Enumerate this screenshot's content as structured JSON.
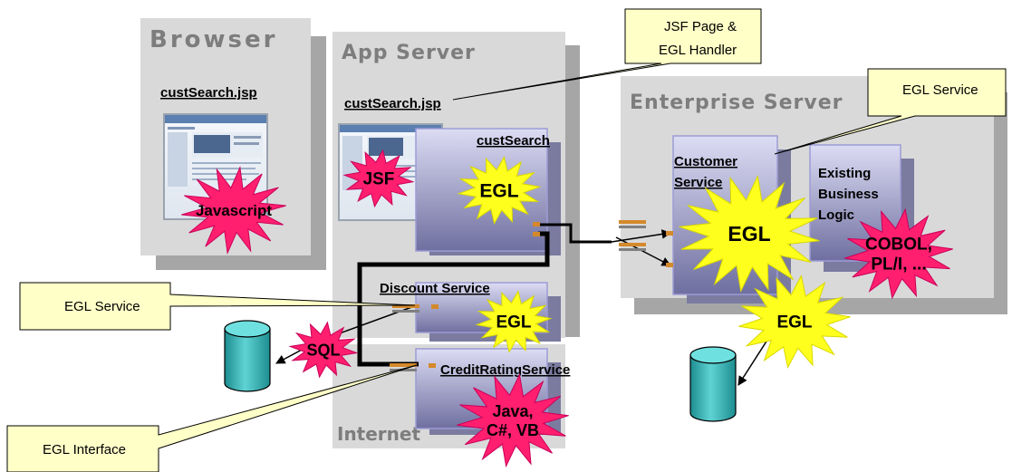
{
  "tiers": {
    "browser": "Browser",
    "app_server": "App Server",
    "enterprise_server": "Enterprise Server",
    "internet": "Internet"
  },
  "labels": {
    "browser_page": "custSearch.jsp",
    "app_page": "custSearch.jsp",
    "handler": "custSearch",
    "customer_service_1": "Customer",
    "customer_service_2": "Service",
    "existing_1": "Existing",
    "existing_2": "Business",
    "existing_3": "Logic",
    "discount_service": "Discount Service",
    "credit_rating_service": "CreditRatingService"
  },
  "stars": {
    "javascript": "Javascript",
    "jsf": "JSF",
    "egl_handler": "EGL",
    "sql": "SQL",
    "egl_discount": "EGL",
    "java_1": "Java,",
    "java_2": "C#, VB",
    "egl_customer": "EGL",
    "cobol_1": "COBOL,",
    "cobol_2": "PL/I, ...",
    "egl_enterprise": "EGL"
  },
  "callouts": {
    "jsf_page_1": "JSF Page &",
    "jsf_page_2": "EGL Handler",
    "egl_service_right": "EGL Service",
    "egl_service_left": "EGL Service",
    "egl_interface": "EGL Interface"
  },
  "colors": {
    "tier_fill": "#d9d9d9",
    "tier_shadow": "#a6a6a6",
    "service_box_top": "#dcdcf4",
    "service_box_bottom": "#6f6fa0",
    "service_box_border": "#9c9cd6",
    "star_yellow": "#ffff1e",
    "star_pink": "#ff1f6e",
    "callout_fill": "#ffffc8",
    "database": "#2aa6a8",
    "connector": "#d4892a"
  }
}
